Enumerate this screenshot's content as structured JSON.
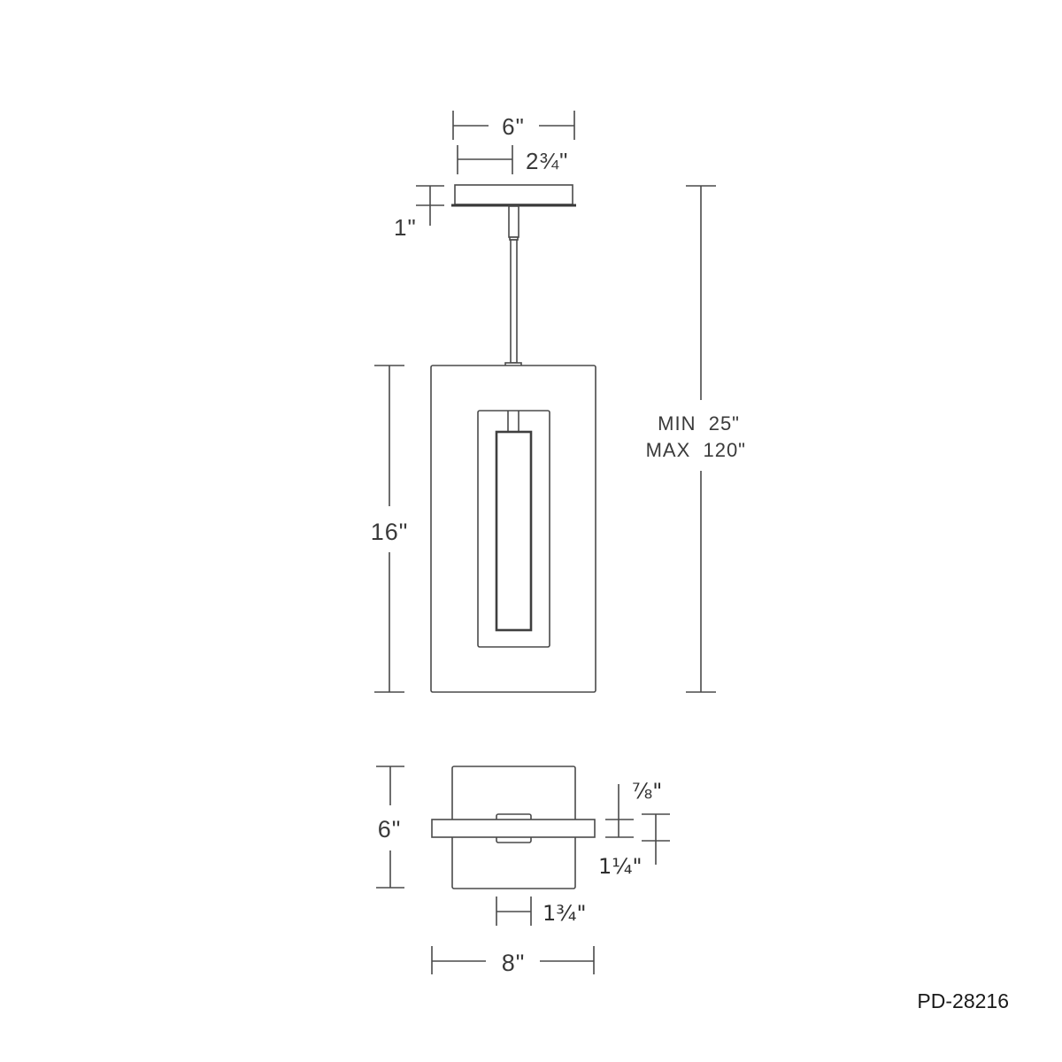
{
  "drawing": {
    "product_code": "PD-28216",
    "side_view": {
      "canopy_width": "6\"",
      "canopy_mount_width": "2¾\"",
      "canopy_height": "1\"",
      "body_height": "16\"",
      "overall_height_min": "MIN  25\"",
      "overall_height_max": "MAX  120\""
    },
    "top_view": {
      "body_depth": "6\"",
      "bar_thickness": "⅞\"",
      "clip_height": "1¼\"",
      "clip_width": "1¾\"",
      "overall_width": "8\""
    }
  }
}
